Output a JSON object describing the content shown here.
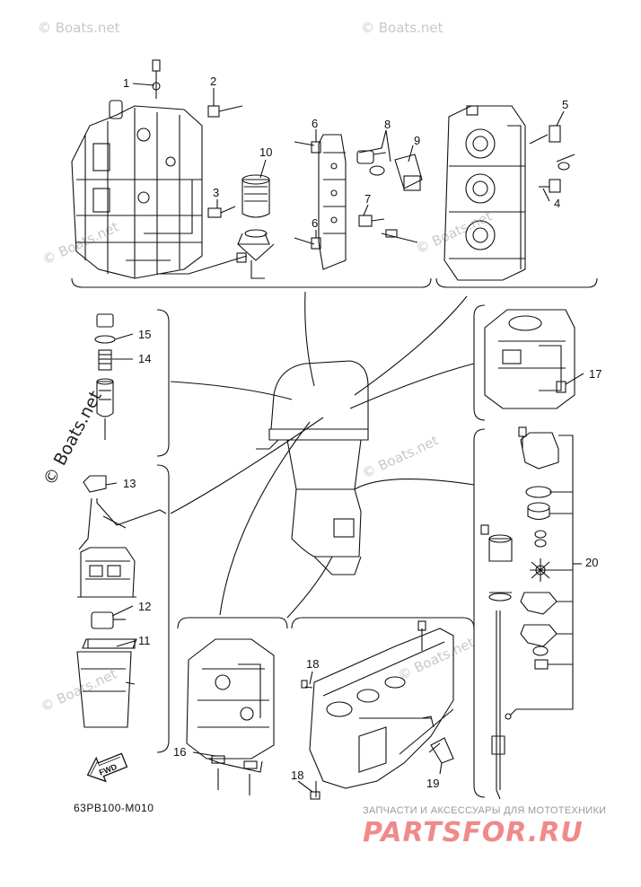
{
  "diagram": {
    "callouts": [
      {
        "label": "1"
      },
      {
        "label": "2"
      },
      {
        "label": "3"
      },
      {
        "label": "4"
      },
      {
        "label": "5"
      },
      {
        "label": "6"
      },
      {
        "label": "6"
      },
      {
        "label": "7"
      },
      {
        "label": "8"
      },
      {
        "label": "9"
      },
      {
        "label": "10"
      },
      {
        "label": "11"
      },
      {
        "label": "12"
      },
      {
        "label": "13"
      },
      {
        "label": "14"
      },
      {
        "label": "15"
      },
      {
        "label": "16"
      },
      {
        "label": "17"
      },
      {
        "label": "18"
      },
      {
        "label": "18"
      },
      {
        "label": "19"
      },
      {
        "label": "20"
      }
    ],
    "part_code": "63PB100-M010",
    "fwd_label": "FWD"
  },
  "watermarks": {
    "light": "© Boats.net",
    "dark": "© Boats.net"
  },
  "branding": {
    "tagline": "ЗАПЧАСТИ И АКСЕССУАРЫ ДЛЯ МОТОТЕХНИКИ",
    "logo": "PARTSFOR.RU"
  }
}
